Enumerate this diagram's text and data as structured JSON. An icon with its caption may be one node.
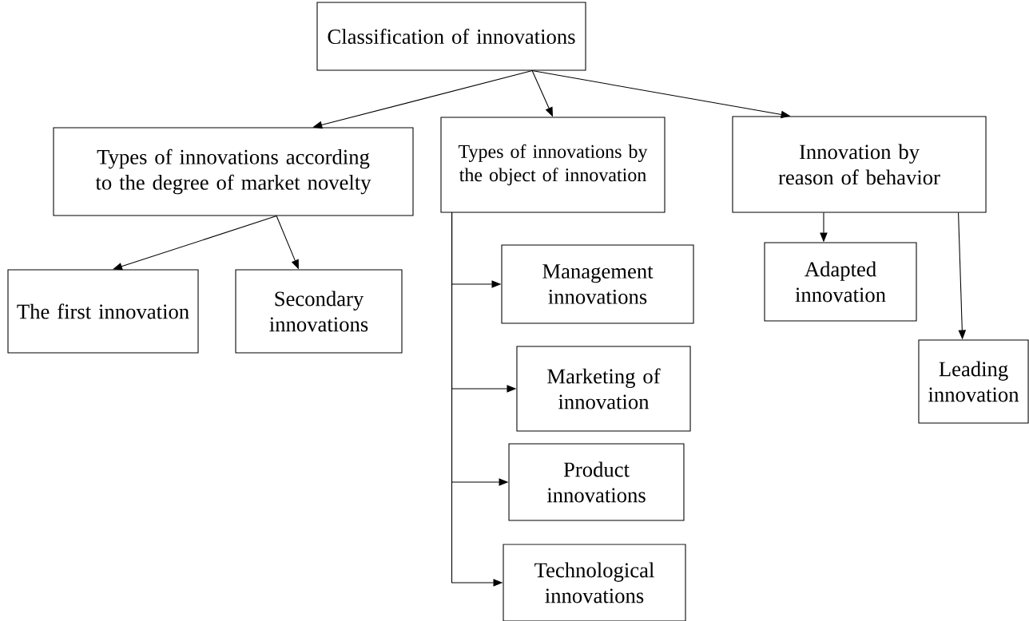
{
  "diagram": {
    "nodes": [
      {
        "text": [
          "Classification of innovations"
        ]
      },
      {
        "text": [
          "Types of innovations according to the degree of market novelty"
        ]
      },
      {
        "text": [
          "Types of innovations by the object of innovation"
        ]
      },
      {
        "text": [
          "Innovation by reason of behavior"
        ]
      },
      {
        "text": [
          "The first innovation"
        ]
      },
      {
        "text": [
          "Secondary innovations"
        ]
      },
      {
        "text": [
          "Management innovations"
        ]
      },
      {
        "text": [
          "Marketing of innovation"
        ]
      },
      {
        "text": [
          "Product innovations"
        ]
      },
      {
        "text": [
          "Technological innovations"
        ]
      },
      {
        "text": [
          "Adapted innovation"
        ]
      },
      {
        "text": [
          "Leading innovation"
        ]
      }
    ],
    "edges": [
      {
        "from": 0,
        "to": 1,
        "arrow": "to"
      },
      {
        "from": 0,
        "to": 2,
        "arrow": "to"
      },
      {
        "from": 0,
        "to": 3,
        "arrow": "to"
      },
      {
        "from": 1,
        "to": 4,
        "arrow": "to"
      },
      {
        "from": 1,
        "to": 5,
        "arrow": "to"
      },
      {
        "from": 2,
        "to": 6,
        "arrow": "to"
      },
      {
        "from": 2,
        "to": 7,
        "arrow": "to"
      },
      {
        "from": 2,
        "to": 8,
        "arrow": "to"
      },
      {
        "from": 2,
        "to": 9,
        "arrow": "to"
      },
      {
        "from": 3,
        "to": 10,
        "arrow": "to"
      },
      {
        "from": 3,
        "to": 11,
        "arrow": "to"
      }
    ]
  }
}
